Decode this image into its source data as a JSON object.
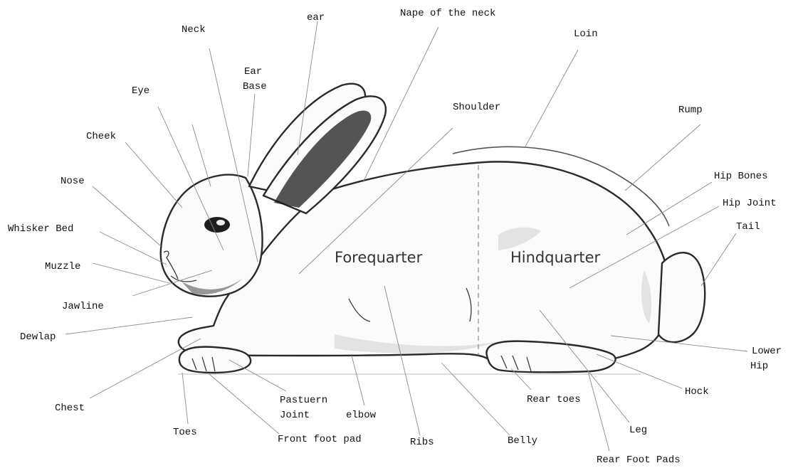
{
  "regions": {
    "forequarter": "Forequarter",
    "hindquarter": "Hindquarter"
  },
  "labels": {
    "ear": "ear",
    "nape": "Nape of the neck",
    "neck": "Neck",
    "loin": "Loin",
    "ear_base_1": "Ear",
    "ear_base_2": "Base",
    "eye": "Eye",
    "shoulder": "Shoulder",
    "rump": "Rump",
    "cheek": "Cheek",
    "hip_bones": "Hip Bones",
    "nose": "Nose",
    "hip_joint": "Hip Joint",
    "tail": "Tail",
    "whisker_bed": "Whisker Bed",
    "muzzle": "Muzzle",
    "jawline": "Jawline",
    "dewlap": "Dewlap",
    "lower_hip_1": "Lower",
    "lower_hip_2": "Hip",
    "hock": "Hock",
    "pastern_1": "Pastuern",
    "pastern_2": "Joint",
    "rear_toes": "Rear toes",
    "chest": "Chest",
    "elbow": "elbow",
    "leg": "Leg",
    "toes": "Toes",
    "front_foot_pad": "Front foot pad",
    "ribs": "Ribs",
    "belly": "Belly",
    "rear_foot_pads": "Rear Foot Pads"
  }
}
